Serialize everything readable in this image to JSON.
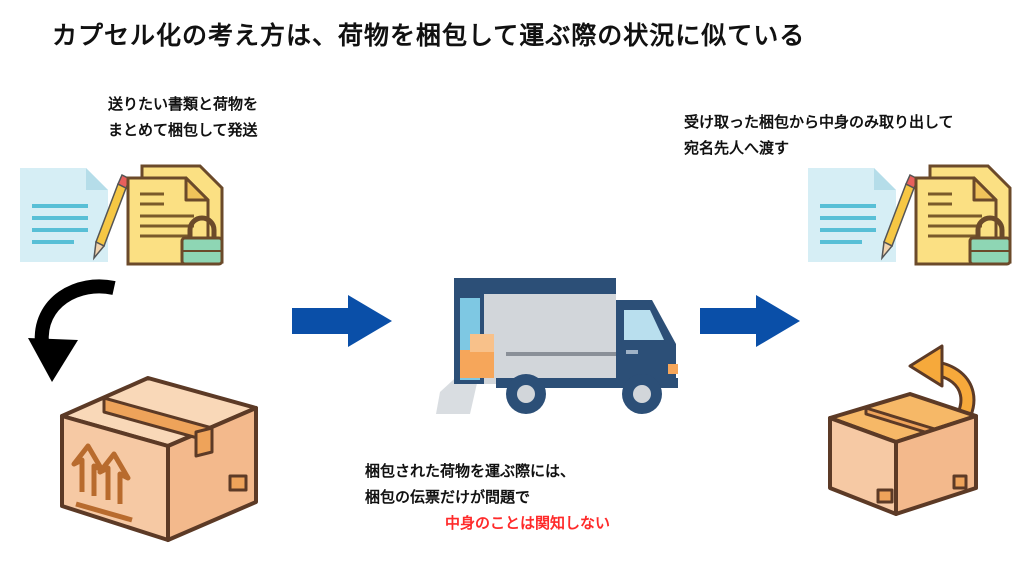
{
  "title": "カプセル化の考え方は、荷物を梱包して運ぶ際の状況に似ている",
  "left_caption": [
    "送りたい書類と荷物を",
    "まとめて梱包して発送"
  ],
  "right_caption": [
    "受け取った梱包から中身のみ取り出して",
    "宛名先人へ渡す"
  ],
  "center_caption": [
    "梱包された荷物を運ぶ際には、",
    "梱包の伝票だけが問題で"
  ],
  "highlight": "中身のことは関知しない",
  "colors": {
    "arrow_blue": "#0a4fa8",
    "highlight_red": "#ff2a2a",
    "box": "#f6c9a4",
    "box_tape": "#eea35a",
    "document_blue": "#d6eef5",
    "document_yellow": "#fbe083",
    "truck_navy": "#2c4f77"
  }
}
